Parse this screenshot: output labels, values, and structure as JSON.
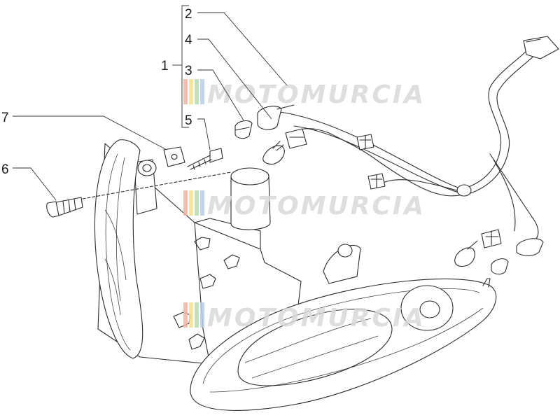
{
  "callouts": [
    {
      "id": "1",
      "label": "1"
    },
    {
      "id": "2",
      "label": "2"
    },
    {
      "id": "3",
      "label": "3"
    },
    {
      "id": "4",
      "label": "4"
    },
    {
      "id": "5",
      "label": "5"
    },
    {
      "id": "6",
      "label": "6"
    },
    {
      "id": "7",
      "label": "7"
    }
  ],
  "watermark": {
    "text": "MOTOMURCIA",
    "colors": [
      "#f3b3a3",
      "#f7e08a",
      "#b6dcb0",
      "#b9cfe6"
    ]
  }
}
